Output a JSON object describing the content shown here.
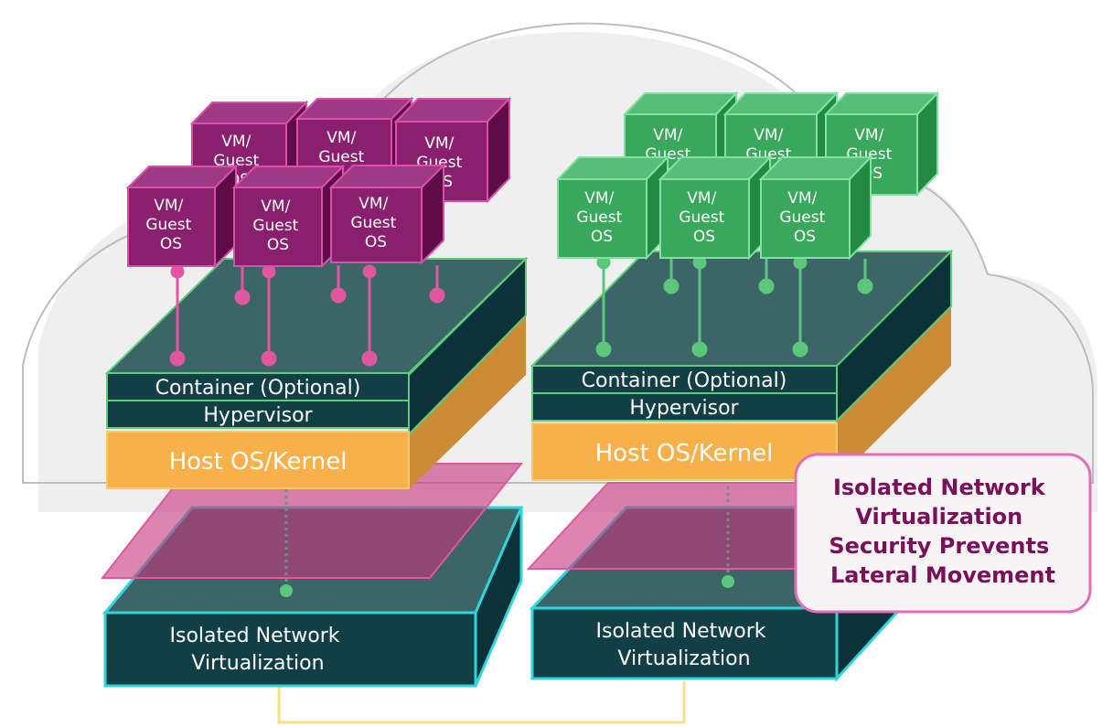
{
  "stacks": [
    {
      "theme": "magenta",
      "vms": [
        {
          "lines": [
            "VM/",
            "Guest",
            "OS"
          ]
        },
        {
          "lines": [
            "VM/",
            "Guest",
            "OS"
          ]
        },
        {
          "lines": [
            "VM/",
            "Guest",
            "OS"
          ]
        },
        {
          "lines": [
            "VM/",
            "Guest",
            "OS"
          ]
        },
        {
          "lines": [
            "VM/",
            "Guest",
            "OS"
          ]
        },
        {
          "lines": [
            "VM/",
            "Guest",
            "OS"
          ]
        }
      ],
      "container_label": "Container (Optional)",
      "hypervisor_label": "Hypervisor",
      "host_label": "Host OS/Kernel",
      "network_label": [
        "Isolated Network",
        "Virtualization"
      ]
    },
    {
      "theme": "green",
      "vms": [
        {
          "lines": [
            "VM/",
            "Guest",
            "OS"
          ]
        },
        {
          "lines": [
            "VM/",
            "Guest",
            "OS"
          ]
        },
        {
          "lines": [
            "VM/",
            "Guest",
            "OS"
          ]
        },
        {
          "lines": [
            "VM/",
            "Guest",
            "OS"
          ]
        },
        {
          "lines": [
            "VM/",
            "Guest",
            "OS"
          ]
        },
        {
          "lines": [
            "VM/",
            "Guest",
            "OS"
          ]
        }
      ],
      "container_label": "Container (Optional)",
      "hypervisor_label": "Hypervisor",
      "host_label": "Host OS/Kernel",
      "network_label": [
        "Isolated Network",
        "Virtualization"
      ]
    }
  ],
  "callout": {
    "lines": [
      "Isolated Network",
      "Virtualization",
      "Security Prevents",
      "Lateral Movement"
    ]
  },
  "colors": {
    "magenta_front": "#8a1f6e",
    "magenta_top": "#9e3a85",
    "magenta_side": "#5e0b47",
    "magenta_stroke": "#d94fa9",
    "green_front": "#3aa85c",
    "green_top": "#57bd78",
    "green_side": "#238a44",
    "green_stroke": "#7fe2a0",
    "teal_front": "#123f46",
    "teal_top": "#3c6567",
    "teal_side": "#0b3238",
    "layer_stroke": "#5ccc7b",
    "host_front": "#f8b04a",
    "host_side": "#cc8c35",
    "net_stroke": "#2fd5da",
    "plane_fill": "#c6337d",
    "pin_pink": "#e0569f",
    "pin_green": "#5cc77c",
    "link_yellow": "#f4df8a",
    "cloud_fill": "#efefef",
    "cloud_stroke": "#bdbdbd",
    "callout_text": "#7a0f5a",
    "callout_stroke": "#e36db6"
  }
}
